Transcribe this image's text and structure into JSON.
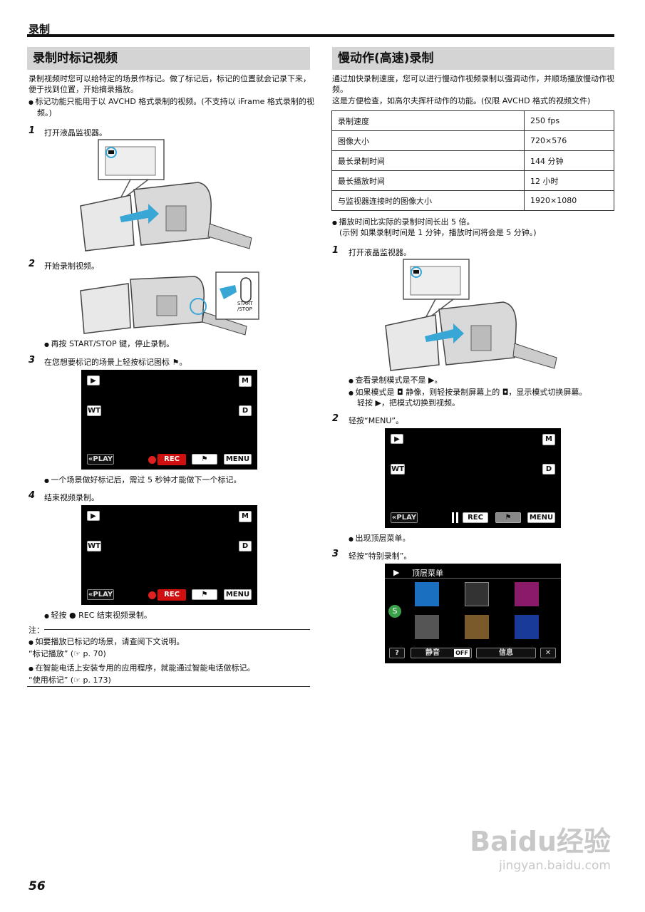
{
  "header": {
    "title": "录制"
  },
  "left": {
    "section_title": "录制时标记视频",
    "intro": "录制视频时您可以给特定的场景作标记。做了标记后，标记的位置就会记录下来，便于找到位置，开始摘录播放。",
    "bullet1": "标记功能只能用于以 AVCHD 格式录制的视频。(不支持以 iFrame 格式录制的视频。)",
    "steps": [
      {
        "num": "1",
        "text": "打开液晶监视器。"
      },
      {
        "num": "2",
        "text": "开始录制视频。"
      },
      {
        "num": "3",
        "text": "在您想要标记的场景上轻按标记图标 ⚑。"
      },
      {
        "num": "4",
        "text": "结束视频录制。"
      }
    ],
    "step2_bullet": "再按 START/STOP 键，停止录制。",
    "step3_bullet": "一个场景做好标记后，需过 5 秒钟才能做下一个标记。",
    "step4_bullet": "轻按 ● REC 结束视频录制。",
    "start_stop_label": "START /STOP",
    "note_title": "注：",
    "note1": "如要播放已标记的场景，请查阅下文说明。",
    "note1_ref": "“标记播放” (☞ p. 70)",
    "note2": "在智能电话上安装专用的应用程序，就能通过智能电话做标记。",
    "note2_ref": "“使用标记” (☞ p. 173)"
  },
  "screen": {
    "m": "M",
    "wt": "WT",
    "d": "D",
    "play": "«PLAY",
    "rec": "REC",
    "menu": "MENU",
    "flag": "⚑"
  },
  "right": {
    "section_title": "慢动作(高速)录制",
    "intro1": "通过加快录制速度，您可以进行慢动作视频录制以强调动作，并顺场播放慢动作视频。",
    "intro2": "这是方便检查，如高尔夫挥杆动作的功能。(仅限 AVCHD 格式的视频文件)",
    "table": [
      [
        "录制速度",
        "250 fps"
      ],
      [
        "图像大小",
        "720×576"
      ],
      [
        "最长录制时间",
        "144 分钟"
      ],
      [
        "最长播放时间",
        "12 小时"
      ],
      [
        "与监视器连接时的图像大小",
        "1920×1080"
      ]
    ],
    "bullet_a": "播放时间比实际的录制时间长出 5 倍。",
    "bullet_a2": "(示例 如果录制时间是 1 分钟，播放时间将会是 5 分钟。)",
    "steps": [
      {
        "num": "1",
        "text": "打开液晶监视器。"
      },
      {
        "num": "2",
        "text": "轻按“MENU”。"
      },
      {
        "num": "3",
        "text": "轻按“特别录制”。"
      }
    ],
    "step1_b1": "查看录制模式是不是 ▶。",
    "step1_b2": "如果模式是 ◘ 静像，则轻按录制屏幕上的 ◘，显示模式切换屏幕。",
    "step1_b3": "轻按 ▶，把模式切换到视频。",
    "step2_b": "出现顶层菜单。",
    "menu": {
      "title": "顶层菜单",
      "help": "?",
      "mute": "静音",
      "off": "OFF",
      "info": "信息",
      "close": "✕"
    }
  },
  "footer": {
    "page": "56"
  },
  "watermark": {
    "brand": "Baidu经验",
    "url": "jingyan.baidu.com"
  }
}
